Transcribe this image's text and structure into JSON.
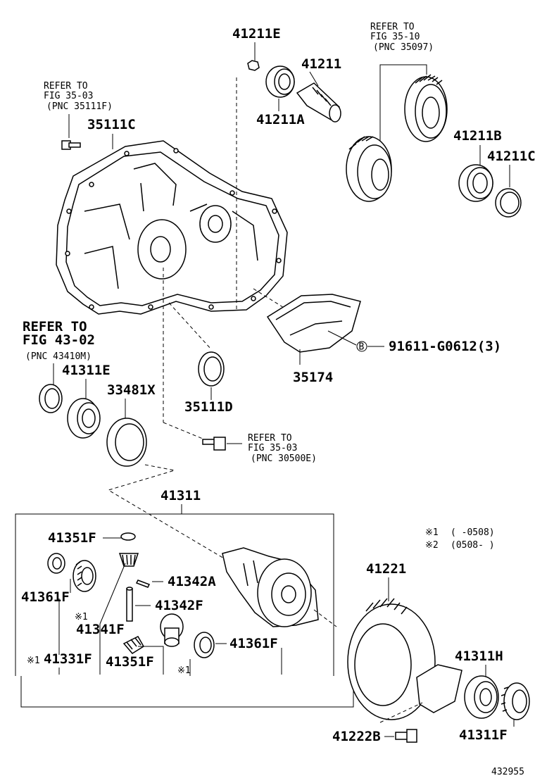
{
  "labels": {
    "p41211E": "41211E",
    "p41211": "41211",
    "p41211A": "41211A",
    "p41211B": "41211B",
    "p41211C": "41211C",
    "p35111C": "35111C",
    "p35174": "35174",
    "p35111D": "35111D",
    "p41311E": "41311E",
    "p33481X": "33481X",
    "p41311": "41311",
    "p41351F_top": "41351F",
    "p41361F_left": "41361F",
    "p41342A": "41342A",
    "p41342F": "41342F",
    "p41341F": "41341F",
    "p41331F": "41331F",
    "p41351F_bottom": "41351F",
    "p41361F_right": "41361F",
    "p41221": "41221",
    "p41311H": "41311H",
    "p41311F": "41311F",
    "p41222B": "41222B",
    "p91611": "91611-G0612(3)"
  },
  "marks": {
    "note1": "※1",
    "note2": "※2",
    "bolt_b": "B"
  },
  "references": {
    "ref_fig_35_10": {
      "line1": "REFER TO",
      "line2": "FIG 35-10",
      "line3": "(PNC 35097)"
    },
    "ref_fig_35_03_top": {
      "line1": "REFER TO",
      "line2": "FIG 35-03",
      "line3": "(PNC 35111F)"
    },
    "ref_fig_43_02": {
      "line1": "REFER TO",
      "line2": "FIG 43-02",
      "line3": "(PNC 43410M)"
    },
    "ref_fig_35_03_bottom": {
      "line1": "REFER TO",
      "line2": "FIG 35-03",
      "line3": "(PNC 30500E)"
    }
  },
  "legend": {
    "note1_mark": "※1",
    "note1_range": "(     -0508)",
    "note2_mark": "※2",
    "note2_range": "(0508-     )"
  },
  "figure_number": "432955"
}
